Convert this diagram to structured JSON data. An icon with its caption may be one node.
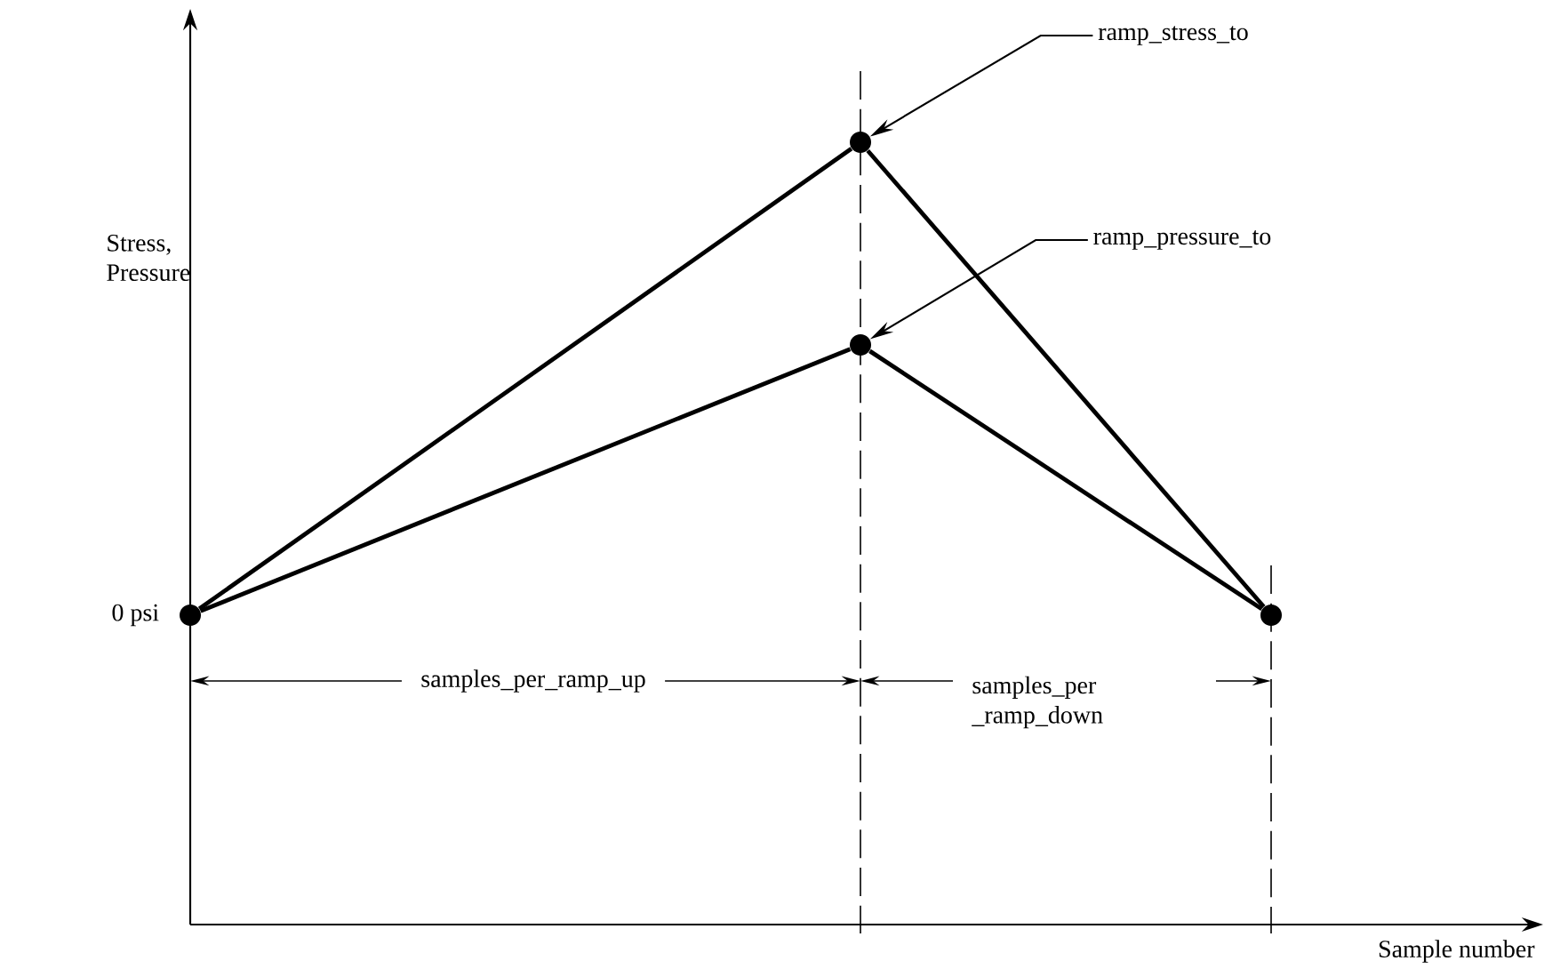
{
  "diagram": {
    "nodes": [
      {
        "text": [],
        "shape": "circle"
      },
      {
        "text": [],
        "shape": "circle"
      },
      {
        "text": [],
        "shape": "circle"
      },
      {
        "text": [],
        "shape": "circle"
      },
      {
        "text": [
          "ramp_stress_to"
        ]
      },
      {
        "text": [
          "ramp_pressure_to"
        ]
      }
    ],
    "edges": [
      {
        "from": 0,
        "to": 1,
        "arrow": "none"
      },
      {
        "from": 1,
        "to": 3,
        "arrow": "none"
      },
      {
        "from": 0,
        "to": 2,
        "arrow": "none"
      },
      {
        "from": 2,
        "to": 3,
        "arrow": "none"
      },
      {
        "from": 4,
        "to": 1,
        "arrow": "to"
      },
      {
        "from": 5,
        "to": 2,
        "arrow": "to"
      }
    ],
    "labels": [
      "Stress, Pressure",
      "0 psi",
      "samples_per_ramp_up",
      "samples_per _ramp_down",
      "Sample number"
    ]
  }
}
